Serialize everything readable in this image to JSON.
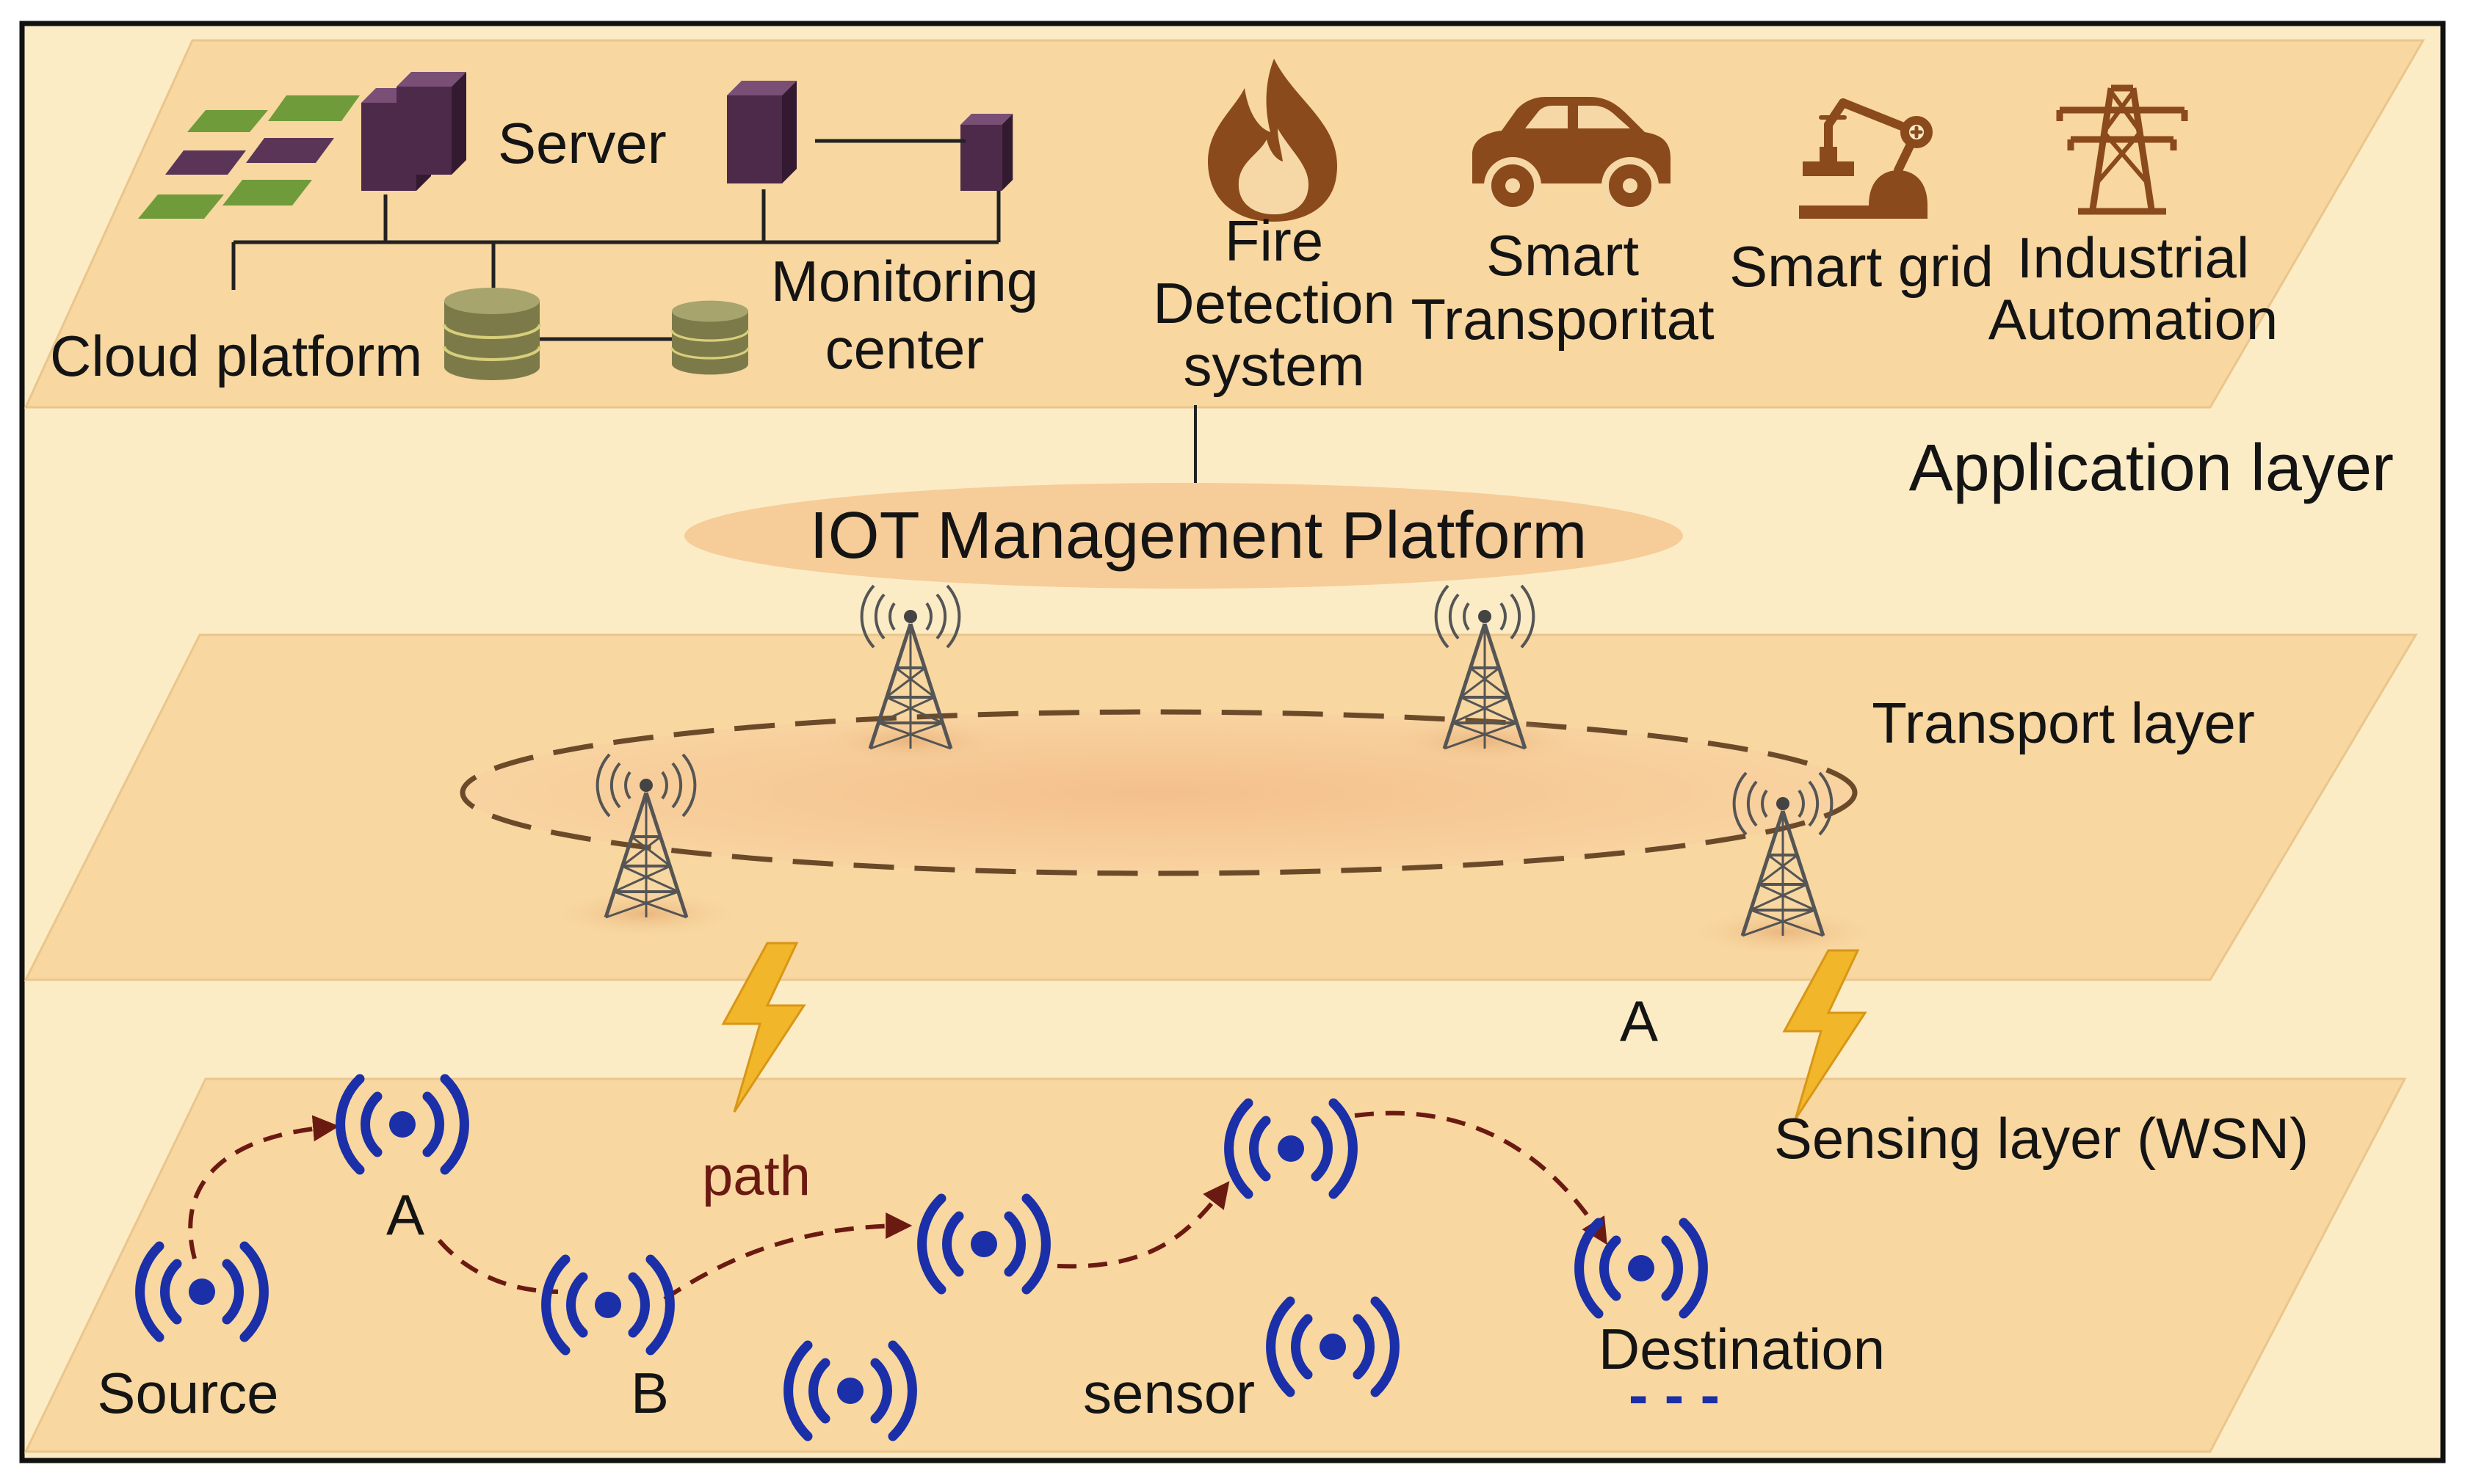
{
  "application": {
    "server": "Server",
    "cloud_platform": "Cloud platform",
    "monitoring_center": [
      "Monitoring",
      "center"
    ],
    "fire_detection": [
      "Fire",
      "Detection",
      "system"
    ],
    "smart_transportation": [
      "Smart",
      "Transporitat"
    ],
    "smart_grid": "Smart grid",
    "industrial_automation": [
      "Industrial",
      "Automation"
    ],
    "layer_title": "Application layer"
  },
  "management_platform": "IOT  Management  Platform",
  "transport": {
    "layer_title": "Transport layer",
    "node_label": "A"
  },
  "sensing": {
    "layer_title": "Sensing  layer (WSN)",
    "source": "Source",
    "node_a": "A",
    "node_b": "B",
    "path": "path",
    "sensor": "sensor",
    "destination": "Destination",
    "ellipsis": "- - -"
  },
  "colors": {
    "background": "#fcecc6",
    "plane": "#f8d7a0",
    "ellipse": "#f6cc98",
    "sensor": "#1a2fa8",
    "path_arrow": "#6b1a12",
    "lightning": "#f2b62a",
    "server_purple": "#4d2a4a",
    "cloud_green": "#6f9b3a",
    "icon_brown": "#8a4a1c"
  },
  "icons": [
    "server-icon",
    "database-icon",
    "fire-icon",
    "car-icon",
    "robot-arm-icon",
    "power-tower-icon",
    "cell-tower-icon",
    "wireless-sensor-icon",
    "lightning-icon"
  ]
}
